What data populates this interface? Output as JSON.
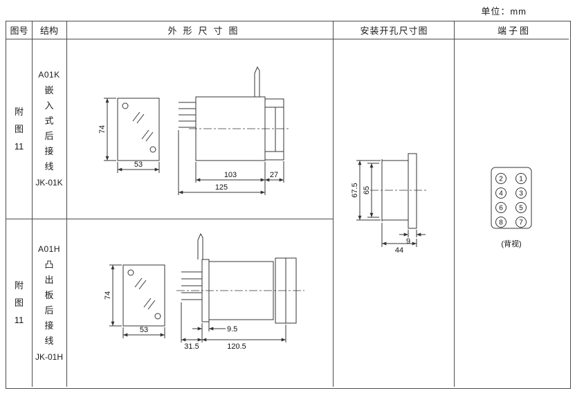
{
  "unit_label": "单位：mm",
  "header": {
    "figure": "图号",
    "structure": "结构",
    "outline": "外形尺寸图",
    "mounting": "安装开孔尺寸图",
    "terminal": "端子图"
  },
  "rows": [
    {
      "figure_lines": [
        "附",
        "图",
        "11"
      ],
      "model": "A01K",
      "mount_type": "嵌入式后接线",
      "code": "JK-01K",
      "dims": {
        "height": "74",
        "width": "53",
        "depth": "103",
        "rear": "27",
        "total": "125"
      }
    },
    {
      "figure_lines": [
        "附",
        "图",
        "11"
      ],
      "model": "A01H",
      "mount_type": "凸出板后接线",
      "code": "JK-01H",
      "dims": {
        "height": "74",
        "width": "53",
        "plate": "9.5",
        "front": "31.5",
        "total": "120.5"
      }
    }
  ],
  "mounting": {
    "dims": {
      "outer_height": "67.5",
      "inner_height": "65",
      "slot_width": "9",
      "width": "44"
    }
  },
  "terminal": {
    "numbers": [
      "2",
      "1",
      "4",
      "3",
      "6",
      "5",
      "8",
      "7"
    ],
    "caption": "(背视)"
  }
}
